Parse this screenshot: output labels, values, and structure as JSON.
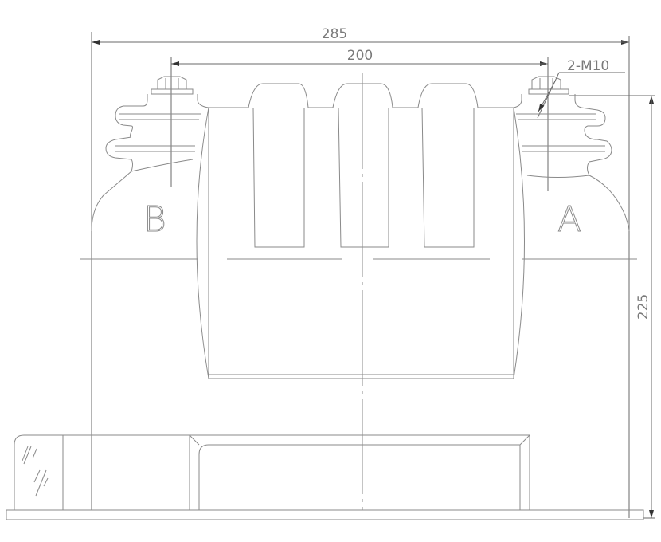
{
  "drawing": {
    "dimensions": {
      "overall_width": "285",
      "terminal_spacing": "200",
      "bolt_spec": "2-M10",
      "overall_height": "225"
    },
    "terminal_labels": {
      "left": "B",
      "right": "A"
    },
    "line_color": "#8a8a8a"
  }
}
